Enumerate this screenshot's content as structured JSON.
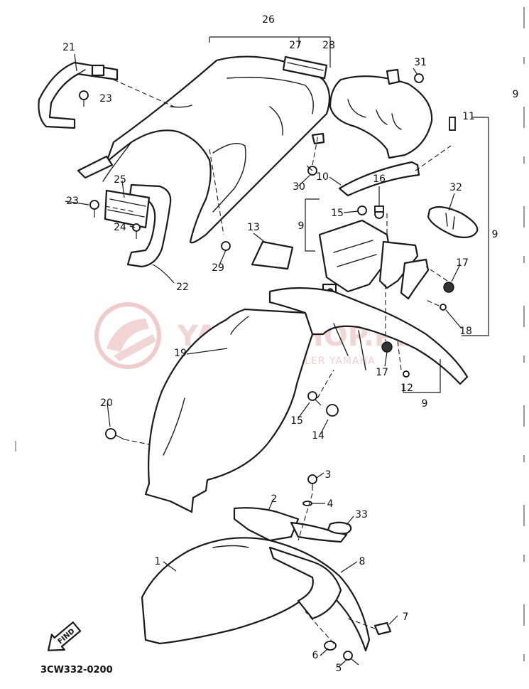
{
  "diagram": {
    "code": "3CW332-0200",
    "find_label": "FIND",
    "watermark": {
      "title": "YAMA-SHOP.PL",
      "subtitle": "WOJCIECHOWICZ DEALER YAMAHA",
      "color": "#d94a4a"
    },
    "callouts": [
      "1",
      "2",
      "3",
      "4",
      "5",
      "6",
      "7",
      "8",
      "9",
      "9",
      "9",
      "9",
      "10",
      "11",
      "12",
      "13",
      "14",
      "15",
      "15",
      "16",
      "17",
      "17",
      "18",
      "19",
      "20",
      "21",
      "22",
      "23",
      "23",
      "24",
      "25",
      "26",
      "27",
      "28",
      "29",
      "30",
      "31",
      "32",
      "33"
    ]
  }
}
